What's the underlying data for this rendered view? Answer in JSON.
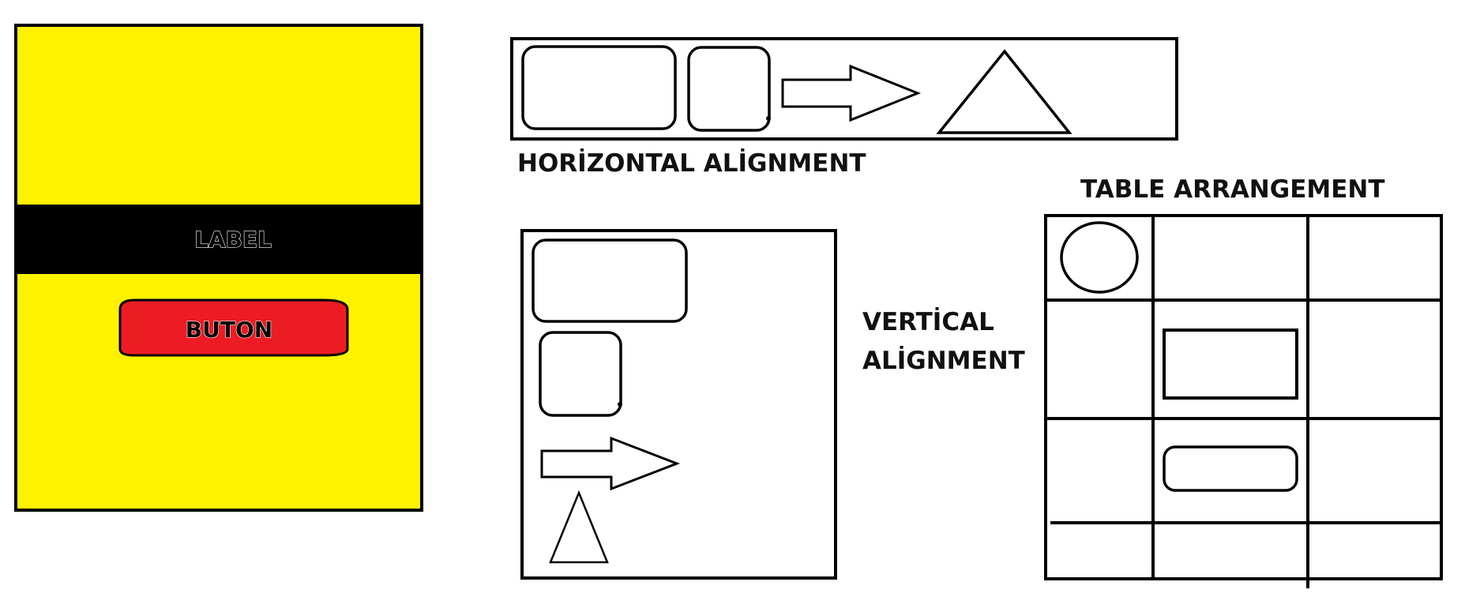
{
  "mockup": {
    "label_text": "LABEL",
    "button_text": "BUTON",
    "colors": {
      "panel": "#fff200",
      "bar": "#000000",
      "button": "#ed1c24"
    }
  },
  "horizontal": {
    "caption": "HORİZONTAL ALİGNMENT"
  },
  "vertical": {
    "caption_line1": "VERTİCAL",
    "caption_line2": "ALİGNMENT"
  },
  "table": {
    "caption": "TABLE ARRANGEMENT",
    "rows": 4,
    "cols": 3
  }
}
